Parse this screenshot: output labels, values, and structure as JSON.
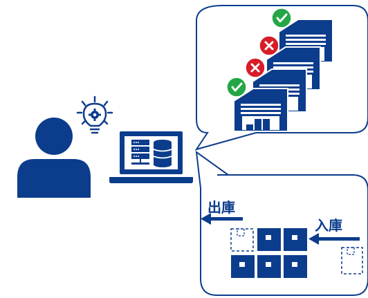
{
  "labels": {
    "shipping_out": "出庫",
    "receiving_in": "入庫"
  },
  "warehouses": [
    {
      "status": "ok"
    },
    {
      "status": "ng"
    },
    {
      "status": "ng"
    },
    {
      "status": "ok"
    }
  ],
  "colors": {
    "primary": "#0c3c8c",
    "bubble_stroke": "#0c3c8c",
    "ok": "#23a646",
    "ng": "#d71e28",
    "white": "#ffffff"
  },
  "icons": [
    "person-icon",
    "lightbulb-gear-icon",
    "laptop-database-icon",
    "warehouse-icon",
    "check-icon",
    "cross-icon",
    "box-icon",
    "arrow-left-icon"
  ]
}
